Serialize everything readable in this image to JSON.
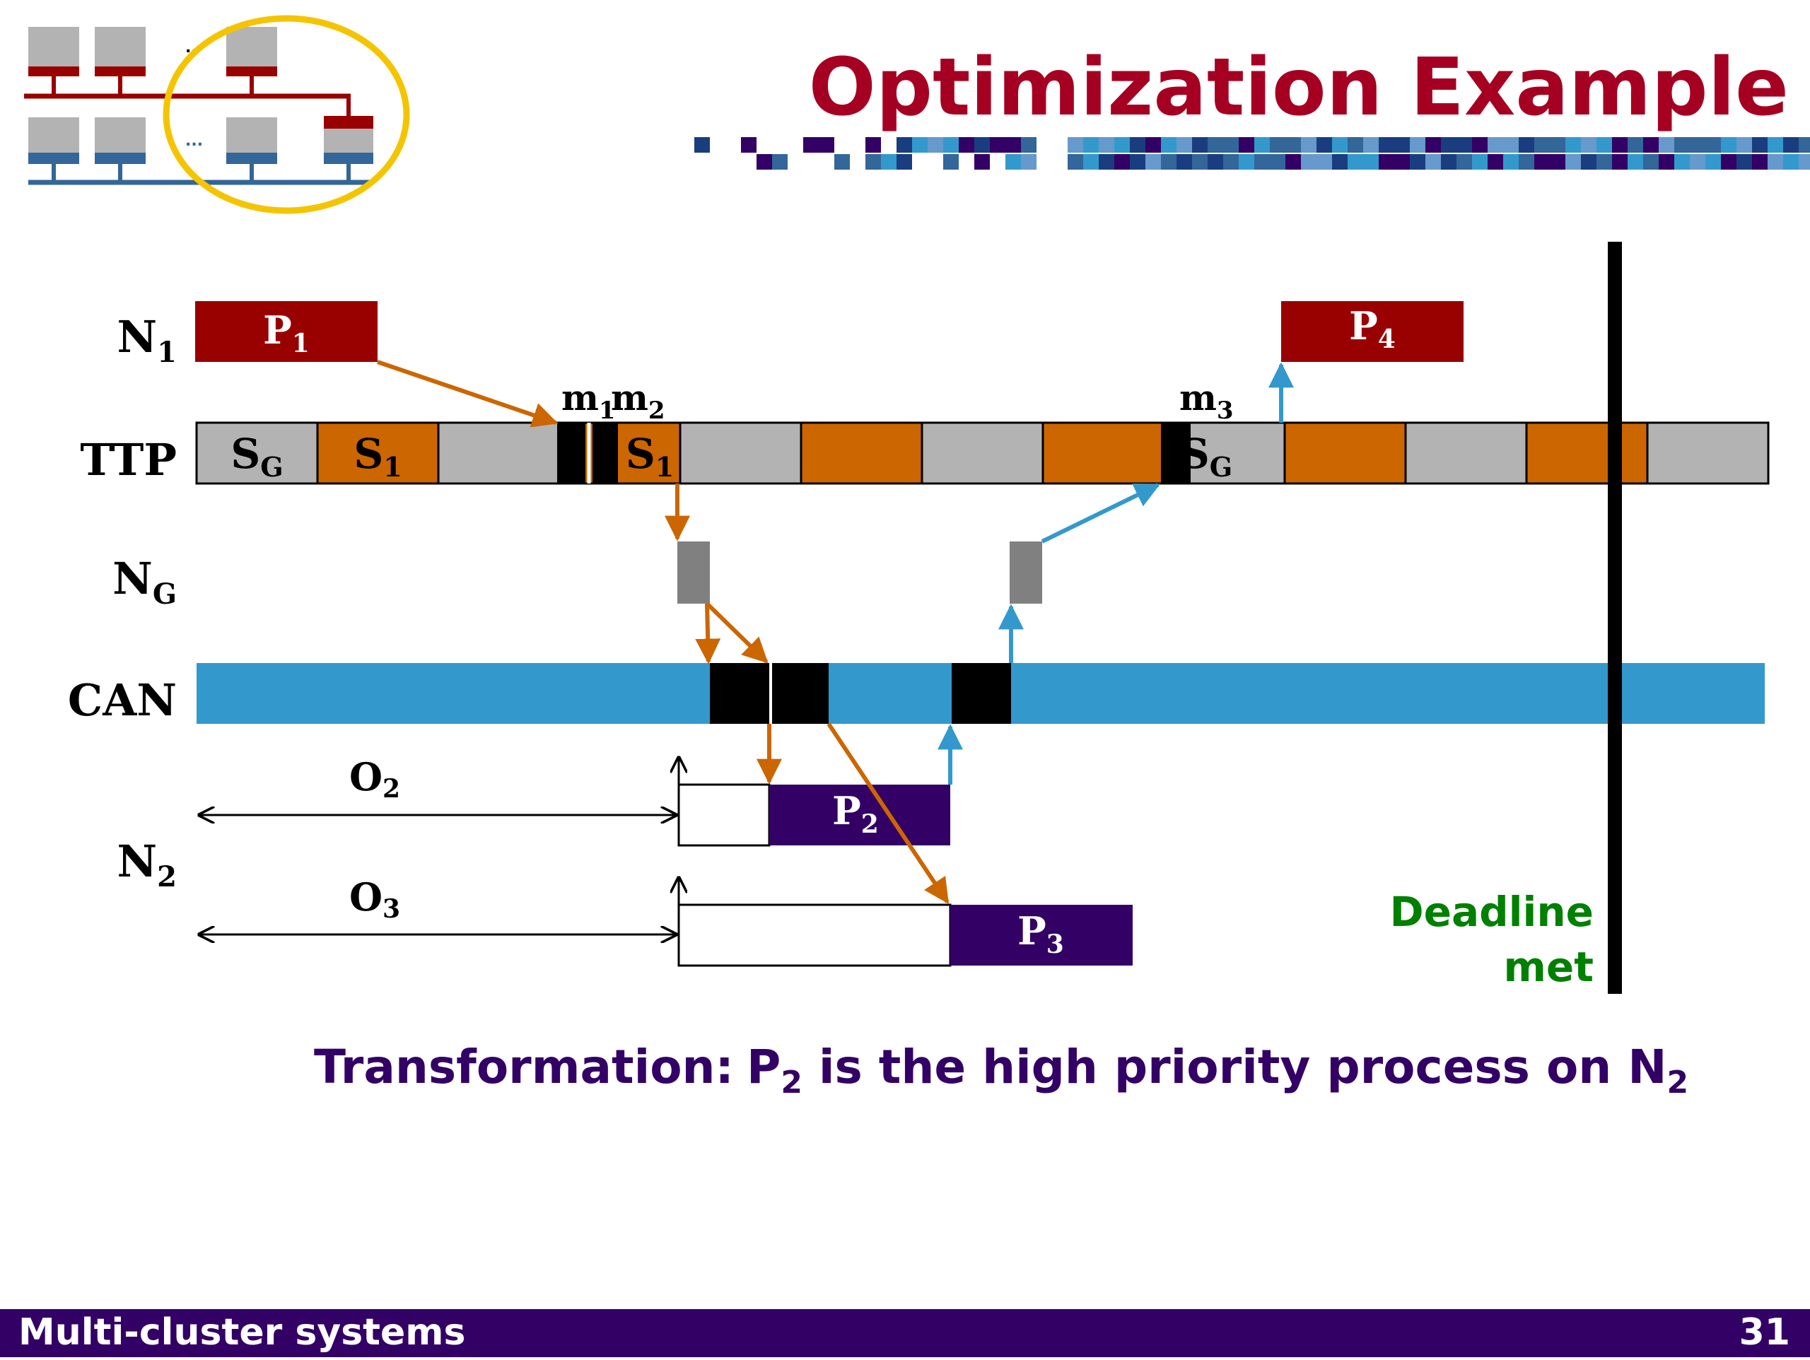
{
  "slide": {
    "title": "Optimization Example",
    "footer_left": "Multi-cluster systems",
    "footer_right": "31",
    "deadline_line1": "Deadline",
    "deadline_line2": "met",
    "caption_bold": "Transformation:",
    "caption_p": "P",
    "caption_p_sub": "2",
    "caption_mid": " is the high priority process on N",
    "caption_n_sub": "2",
    "logo_ellipsis_top": "..",
    "logo_ellipsis_bottom": "..."
  },
  "rows": {
    "n1": {
      "base": "N",
      "sub": "1"
    },
    "ttp": {
      "base": "TTP"
    },
    "ng": {
      "base": "N",
      "sub": "G"
    },
    "can": {
      "base": "CAN"
    },
    "n2": {
      "base": "N",
      "sub": "2"
    }
  },
  "ttp_slots": [
    {
      "label": "S",
      "sub": "G",
      "color": "#b3b3b3"
    },
    {
      "label": "S",
      "sub": "1",
      "color": "#cc6600"
    },
    {
      "label": "",
      "sub": "",
      "color": "#b3b3b3"
    },
    {
      "label": "S",
      "sub": "1",
      "color": "#cc6600"
    },
    {
      "label": "",
      "sub": "",
      "color": "#b3b3b3"
    },
    {
      "label": "",
      "sub": "",
      "color": "#cc6600"
    },
    {
      "label": "",
      "sub": "",
      "color": "#b3b3b3"
    },
    {
      "label": "",
      "sub": "",
      "color": "#cc6600"
    },
    {
      "label": "S",
      "sub": "G",
      "color": "#b3b3b3"
    },
    {
      "label": "",
      "sub": "",
      "color": "#cc6600"
    },
    {
      "label": "",
      "sub": "",
      "color": "#b3b3b3"
    },
    {
      "label": "",
      "sub": "",
      "color": "#cc6600"
    },
    {
      "label": "",
      "sub": "",
      "color": "#b3b3b3"
    }
  ],
  "processes": {
    "p1": {
      "base": "P",
      "sub": "1"
    },
    "p2": {
      "base": "P",
      "sub": "2"
    },
    "p3": {
      "base": "P",
      "sub": "3"
    },
    "p4": {
      "base": "P",
      "sub": "4"
    }
  },
  "messages": {
    "m1": {
      "base": "m",
      "sub": "1"
    },
    "m2": {
      "base": "m",
      "sub": "2"
    },
    "m3": {
      "base": "m",
      "sub": "3"
    }
  },
  "offsets": {
    "o2": {
      "base": "O",
      "sub": "2"
    },
    "o3": {
      "base": "O",
      "sub": "3"
    }
  },
  "colors": {
    "title": "#a50021",
    "node_red": "#990000",
    "orange": "#cc6600",
    "gray": "#b3b3b3",
    "can_blue": "#3399cc",
    "purple": "#330066",
    "green": "#008000",
    "logo_yellow": "#f5c400",
    "footer_bg": "#330066"
  }
}
